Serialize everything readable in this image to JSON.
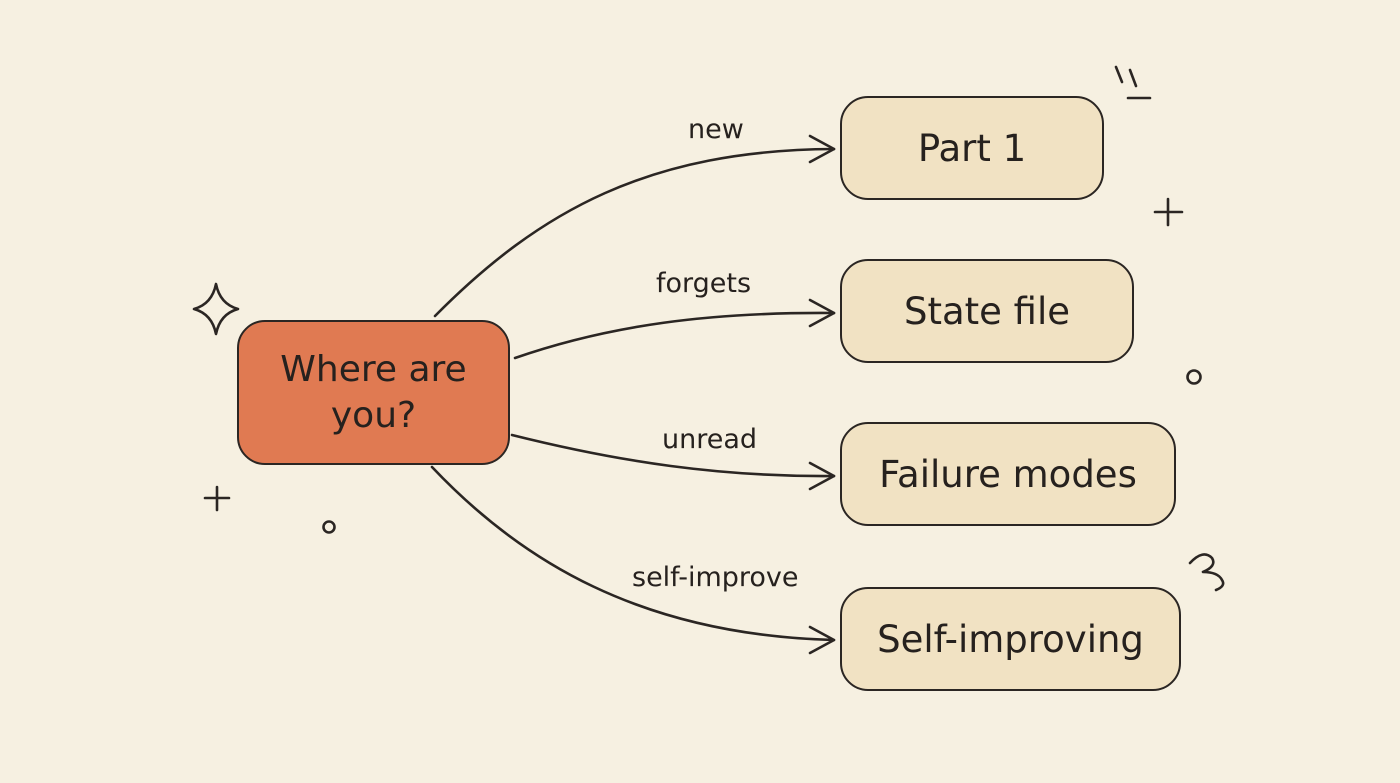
{
  "colors": {
    "background": "#f6f0e1",
    "center_fill": "#e07a52",
    "node_fill": "#f1e2c3",
    "ink": "#2b2623"
  },
  "center": {
    "label": "Where are you?"
  },
  "branches": [
    {
      "edge_label": "new",
      "node_label": "Part 1"
    },
    {
      "edge_label": "forgets",
      "node_label": "State file"
    },
    {
      "edge_label": "unread",
      "node_label": "Failure modes"
    },
    {
      "edge_label": "self-improve",
      "node_label": "Self-improving"
    }
  ],
  "decorations": [
    "sparkle-icon",
    "plus-icon",
    "circle-icon",
    "squiggle-icon",
    "burst-lines-icon"
  ]
}
